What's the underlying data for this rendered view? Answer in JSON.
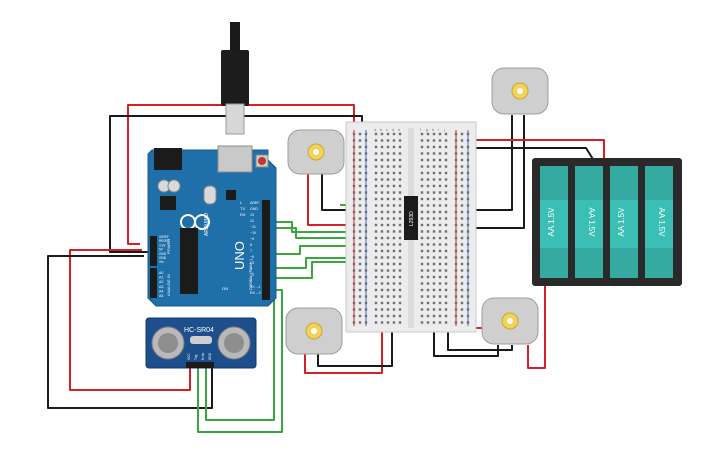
{
  "arduino": {
    "brand": "ARDUINO",
    "model": "UNO",
    "power_label": "POWER",
    "analog_label": "ANALOG IN",
    "digital_label": "DIGITAL (PWM~)",
    "analog_pins": [
      "A0",
      "A1",
      "A2",
      "A3",
      "A4",
      "A5"
    ],
    "power_pins": [
      "IOREF",
      "RESET",
      "3.3V",
      "5V",
      "GND",
      "GND",
      "Vin"
    ],
    "digital_pins": [
      "AREF",
      "GND",
      "13",
      "12",
      "~11",
      "~10",
      "~9",
      "8",
      "7",
      "~6",
      "~5",
      "4",
      "~3",
      "2",
      "TX→1",
      "RX←0"
    ],
    "tx_label": "TX",
    "rx_label": "RX",
    "l_label": "L",
    "on_label": "ON"
  },
  "sensor": {
    "label": "HC-SR04",
    "pins": [
      "VCC",
      "Trig",
      "Echo",
      "GND"
    ]
  },
  "ic": {
    "label": "L293D"
  },
  "breadboard": {
    "col_letters_left": [
      "a",
      "b",
      "c",
      "d",
      "e"
    ],
    "col_letters_right": [
      "f",
      "g",
      "h",
      "i",
      "j"
    ]
  },
  "batteries": [
    {
      "label": "AA 1.5V"
    },
    {
      "label": "AA 1.5V"
    },
    {
      "label": "AA 1.5V"
    },
    {
      "label": "AA 1.5V"
    }
  ],
  "colors": {
    "arduino_board": "#1f6fa8",
    "breadboard": "#ececec",
    "battery_body": "#2a2a2a",
    "battery_cell": "#3bbfb4",
    "wire_red": "#d81f26",
    "wire_black": "#1a1a1a",
    "wire_green": "#3aa63f",
    "motor_gray": "#cfcfcf",
    "motor_hub": "#f2d35a",
    "sensor_board": "#1d4f8c"
  }
}
